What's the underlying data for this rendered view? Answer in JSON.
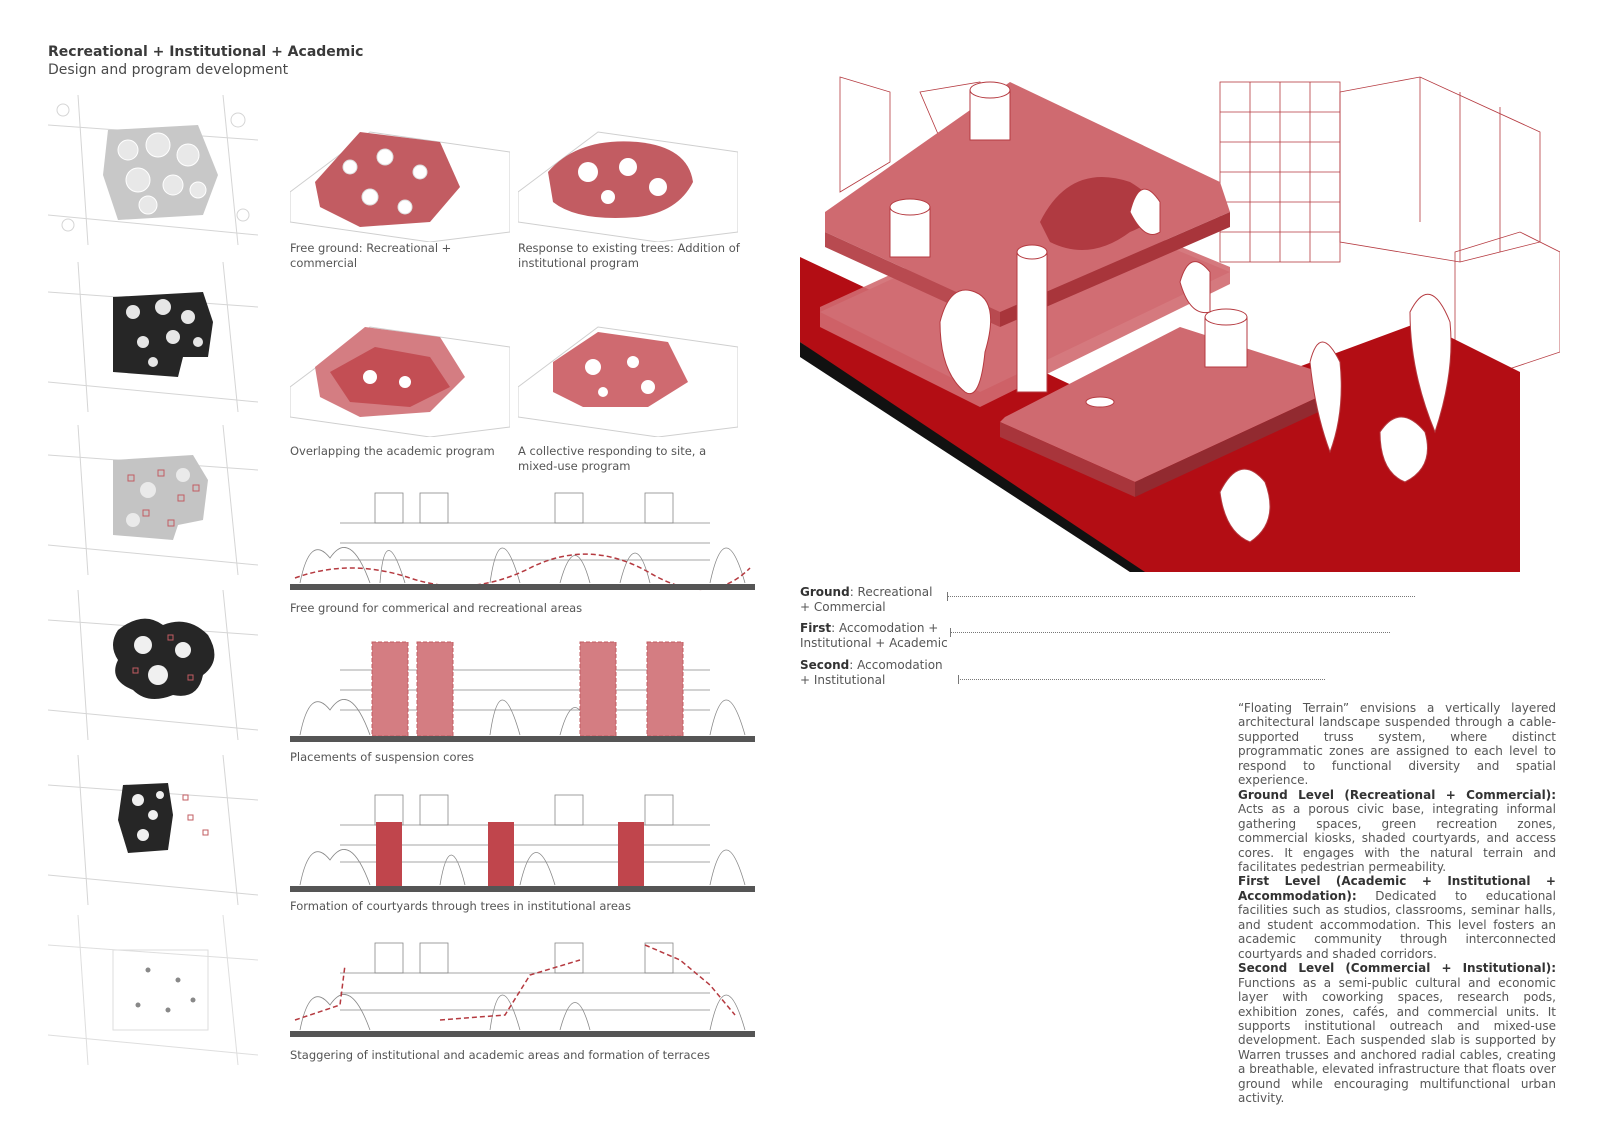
{
  "header": {
    "title": "Recreational + Institutional + Academic",
    "subtitle": "Design and program development"
  },
  "plan_captions": [
    "Free ground: Recreational + commercial",
    "Response to existing trees: Addition of institutional program",
    "Overlapping the academic program",
    "A collective responding to site, a mixed-use program"
  ],
  "section_captions": [
    "Free ground for commerical and recreational areas",
    "Placements of suspension cores",
    "Formation of courtyards through trees in institutional areas",
    "Staggering of institutional and academic areas and formation of terraces"
  ],
  "legend": [
    {
      "level": "Ground",
      "program": ": Recreational + Commercial"
    },
    {
      "level": "First",
      "program": ": Accomodation + Institutional + Academic"
    },
    {
      "level": "Second",
      "program": ": Accomodation + Institutional"
    }
  ],
  "description": {
    "intro": "“Floating Terrain” envisions a vertically layered architectural landscape suspended through a cable-supported truss system, where distinct programmatic zones are assigned to each level to respond to functional diversity and spatial experience.",
    "ground_heading": "Ground Level (Recreational + Commercial):",
    "ground_text": "Acts as a porous civic base, integrating informal gathering spaces, green recreation zones, commercial kiosks, shaded courtyards, and access cores. It engages with the natural terrain and facilitates pedestrian permeability.",
    "first_heading": "First Level (Academic + Institutional + Accommodation):",
    "first_text": "Dedicated to educational facilities such as studios, classrooms, seminar halls, and student accommodation. This level fosters an academic community through interconnected courtyards and shaded corridors.",
    "second_heading": "Second Level (Commercial + Institutional):",
    "second_text": "Functions as a semi-public cultural and economic layer with coworking spaces, research pods, exhibition zones, cafés, and commercial units. It supports institutional outreach and mixed-use development. Each suspended slab is supported by Warren trusses and anchored radial cables, creating a breathable, elevated infrastructure that floats over ground while encouraging multifunctional urban activity."
  },
  "colors": {
    "accent_red": "#c25c62",
    "deep_red": "#b30d14",
    "light_red": "#d47d82",
    "line_red": "#b53a40",
    "dark_fill": "#262626",
    "grey_fill": "#c4c4c4"
  }
}
